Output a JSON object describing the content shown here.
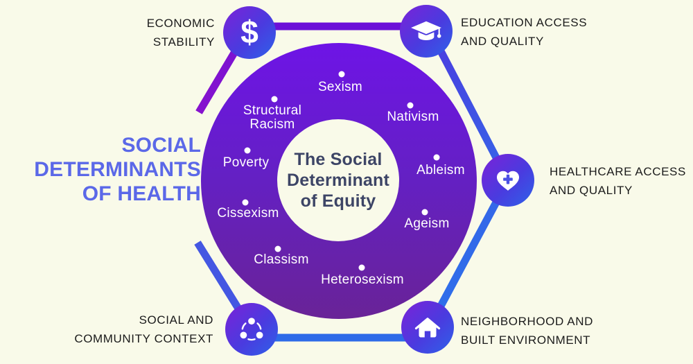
{
  "title": {
    "lines": [
      "SOCIAL",
      "DETERMINANTS",
      "OF HEALTH"
    ]
  },
  "center_circle": {
    "lines": [
      "The Social",
      "Determinant",
      "of Equity"
    ]
  },
  "ring_labels": [
    {
      "label": "Sexism"
    },
    {
      "label": "Structural Racism"
    },
    {
      "label": "Nativism"
    },
    {
      "label": "Poverty"
    },
    {
      "label": "Ableism"
    },
    {
      "label": "Cissexism"
    },
    {
      "label": "Ageism"
    },
    {
      "label": "Classism"
    },
    {
      "label": "Heterosexism"
    }
  ],
  "nodes": [
    {
      "id": "economic-stability",
      "icon": "dollar-icon",
      "lines": [
        "ECONOMIC",
        "STABILITY"
      ]
    },
    {
      "id": "education-access",
      "icon": "graduation-cap-icon",
      "lines": [
        "EDUCATION ACCESS",
        "AND QUALITY"
      ]
    },
    {
      "id": "healthcare-access",
      "icon": "heart-cross-icon",
      "lines": [
        "HEALTHCARE ACCESS",
        "AND QUALITY"
      ]
    },
    {
      "id": "neighborhood-built",
      "icon": "house-icon",
      "lines": [
        "NEIGHBORHOOD AND",
        "BUILT ENVIRONMENT"
      ]
    },
    {
      "id": "social-community",
      "icon": "community-icon",
      "lines": [
        "SOCIAL AND",
        "COMMUNITY CONTEXT"
      ]
    }
  ],
  "colors": {
    "background": "#F9FAE9",
    "title_blue": "#5B68E8",
    "ring_gradient_top": "#6E14E6",
    "ring_gradient_bottom": "#692397",
    "node_gradient_purple": "#7B22D8",
    "node_gradient_blue": "#2E62E9",
    "edge_purple": "#6F11D7",
    "edge_blue": "#2E6BE8",
    "label_dark": "#1B1B1B",
    "center_text": "#3D4566",
    "ring_text": "#FFFFFF"
  }
}
